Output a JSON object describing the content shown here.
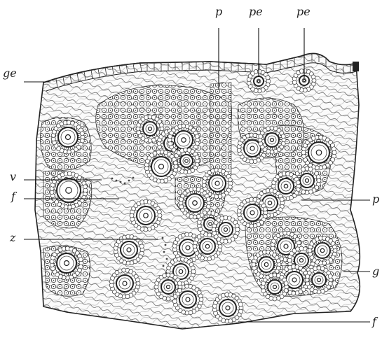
{
  "labels": {
    "ge": "ge",
    "p_top": "p",
    "pe_1": "pe",
    "pe_2": "pe",
    "v": "v",
    "f": "f",
    "z": "z",
    "p_right": "p",
    "g_right": "g",
    "f_bottom": "f"
  }
}
